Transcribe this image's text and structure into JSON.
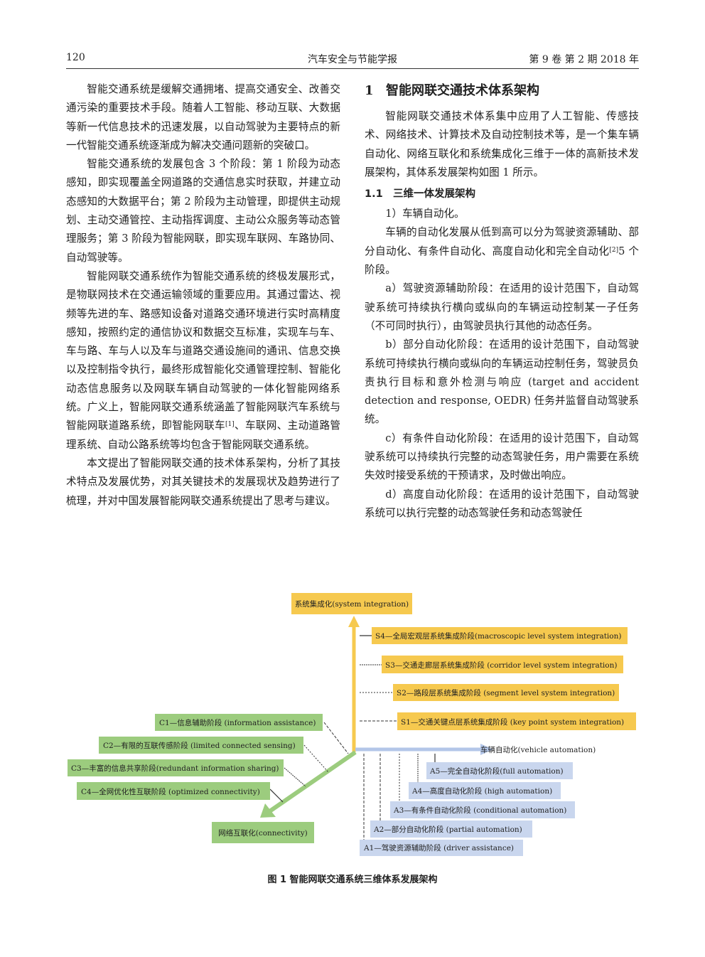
{
  "header": {
    "page_number": "120",
    "journal": "汽车安全与节能学报",
    "issue": "第 9 卷  第 2 期  2018 年"
  },
  "left_column": {
    "paragraphs": [
      "智能交通系统是缓解交通拥堵、提高交通安全、改善交通污染的重要技术手段。随着人工智能、移动互联、大数据等新一代信息技术的迅速发展，以自动驾驶为主要特点的新一代智能交通系统逐渐成为解决交通问题新的突破口。",
      "智能交通系统的发展包含 3 个阶段：第 1 阶段为动态感知，即实现覆盖全网道路的交通信息实时获取，并建立动态感知的大数据平台；第 2 阶段为主动管理，即提供主动规划、主动交通管控、主动指挥调度、主动公众服务等动态管理服务；第 3 阶段为智能网联，即实现车联网、车路协同、自动驾驶等。",
      {
        "before": "智能网联交通系统作为智能交通系统的终极发展形式，是物联网技术在交通运输领域的重要应用。其通过雷达、视频等先进的车、路感知设备对道路交通环境进行实时高精度感知，按照约定的通信协议和数据交互标准，实现车与车、车与路、车与人以及车与道路交通设施间的通讯、信息交换以及控制指令执行，最终形成智能化交通管理控制、智能化动态信息服务以及网联车辆自动驾驶的一体化智能网络系统。广义上，智能网联交通系统涵盖了智能网联汽车系统与智能网联道路系统，即智能网联车",
        "ref": "[1]",
        "after": "、车联网、主动道路管理系统、自动公路系统等均包含于智能网联交通系统。"
      },
      "本文提出了智能网联交通的技术体系架构，分析了其技术特点及发展优势，对其关键技术的发展现状及趋势进行了梳理，并对中国发展智能网联交通系统提出了思考与建议。"
    ]
  },
  "right_column": {
    "section_number": "1",
    "section_title": "智能网联交通技术体系架构",
    "section_intro": "智能网联交通技术体系集中应用了人工智能、传感技术、网络技术、计算技术及自动控制技术等，是一个集车辆自动化、网络互联化和系统集成化三维于一体的高新技术发展架构，其体系发展架构如图 1 所示。",
    "subsection_number": "1.1",
    "subsection_title": "三维一体发展架构",
    "item_title": "1）车辆自动化。",
    "item_intro_before": "车辆的自动化发展从低到高可以分为驾驶资源辅助、部分自动化、有条件自动化、高度自动化和完全自动化",
    "item_intro_ref": "[2]",
    "item_intro_after": "5 个阶段。",
    "levels": [
      "a）驾驶资源辅助阶段：在适用的设计范围下，自动驾驶系统可持续执行横向或纵向的车辆运动控制某一子任务（不可同时执行），由驾驶员执行其他的动态任务。",
      "b）部分自动化阶段：在适用的设计范围下，自动驾驶系统可持续执行横向或纵向的车辆运动控制任务，驾驶员负责执行目标和意外检测与响应 (target and accident detection and response, OEDR) 任务并监督自动驾驶系统。",
      "c）有条件自动化阶段：在适用的设计范围下，自动驾驶系统可以持续执行完整的动态驾驶任务，用户需要在系统失效时接受系统的干预请求，及时做出响应。",
      "d）高度自动化阶段：在适用的设计范围下，自动驾驶系统可以执行完整的动态驾驶任务和动态驾驶任"
    ]
  },
  "figure": {
    "axis_system": "系统集成化(system integration)",
    "axis_vehicle": "车辆自动化(vehicle automation)",
    "axis_network": "网络互联化(connectivity)",
    "s_levels": [
      "S4—全局宏观层系统集成阶段(macroscopic level system integration)",
      "S3—交通走廊层系统集成阶段 (corridor level system integration)",
      "S2—路段层系统集成阶段 (segment level system integration)",
      "S1—交通关键点层系统集成阶段 (key point system integration)"
    ],
    "c_levels": [
      "C1—信息辅助阶段 (information assistance)",
      "C2—有限的互联传感阶段 (limited connected sensing)",
      "C3—丰富的信息共享阶段(redundant information sharing)",
      "C4—全网优化性互联阶段 (optimized connectivity)"
    ],
    "a_levels": [
      "A5—完全自动化阶段(full automation)",
      "A4—高度自动化阶段 (high automation)",
      "A3—有条件自动化阶段 (conditional automation)",
      "A2—部分自动化阶段 (partial automation)",
      "A1—驾驶资源辅助阶段 (driver assistance)"
    ],
    "colors": {
      "system": "#f6c94f",
      "network": "#9ccc7e",
      "vehicle": "#c9d6ee",
      "vehicle_arrow": "#b3c6e8"
    },
    "caption": "图 1    智能网联交通系统三维体系发展架构"
  }
}
